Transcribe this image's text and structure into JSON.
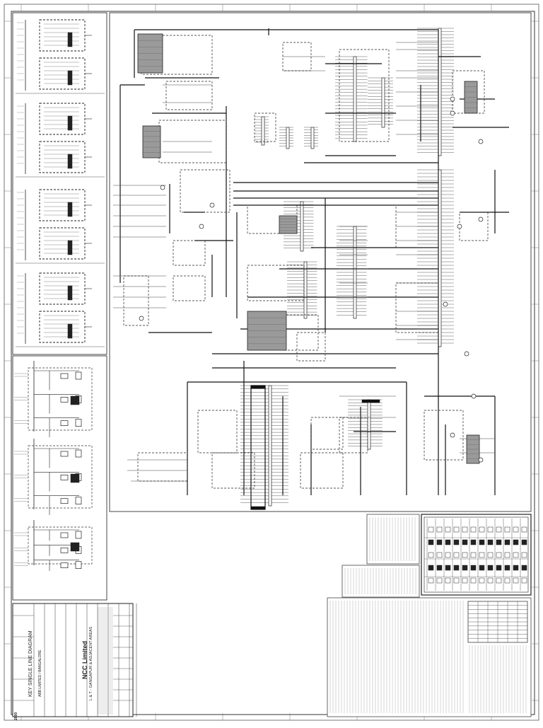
{
  "title_block": {
    "company": "NCC Limited",
    "drawing_title": "KEY SINGLE LINE DIAGRAM",
    "contractor": "ABB LIMITED / BANGALORE",
    "location": "L & T - GANGAPUR & ADJACENT AREAS",
    "stamp": "2800"
  },
  "legend_panels": {
    "symbols_title": "LEGEND",
    "notes_title": "NOTES"
  }
}
